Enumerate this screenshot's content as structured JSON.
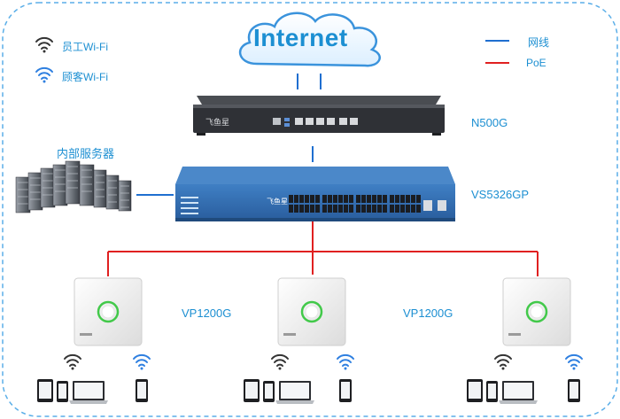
{
  "legend": {
    "staff_wifi": "员工Wi-Fi",
    "guest_wifi": "顾客Wi-Fi",
    "network_cable": "网线",
    "poe": "PoE"
  },
  "colors": {
    "network_cable": "#1f6fd0",
    "poe": "#e02020",
    "border": "#5aaee8",
    "label": "#1c8fd2",
    "staff_wifi": "#333333",
    "guest_wifi": "#2e7fe0"
  },
  "cloud": {
    "label": "Internet"
  },
  "router": {
    "model": "N500G",
    "brand": "飞鱼星"
  },
  "switch": {
    "model": "VS5326GP",
    "brand": "飞鱼星"
  },
  "servers": {
    "label": "内部服务器"
  },
  "access_points": [
    {
      "label": ""
    },
    {
      "label": "VP1200G"
    },
    {
      "label": "VP1200G"
    }
  ]
}
